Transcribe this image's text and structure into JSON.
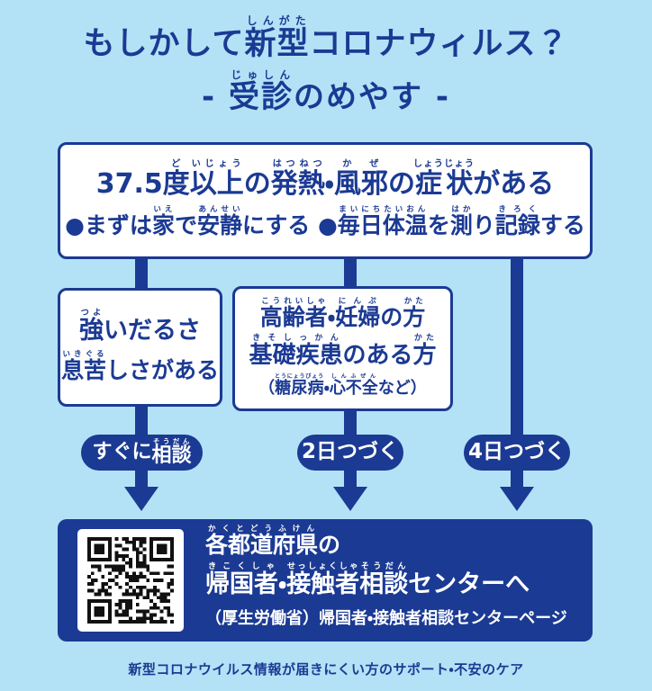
{
  "colors": {
    "background": "#b3e2f6",
    "navy": "#1b3a93",
    "white": "#ffffff",
    "qr_black": "#111111"
  },
  "title": {
    "line1": [
      {
        "t": "もしかして"
      },
      {
        "t": "新型",
        "r": "しんがた"
      },
      {
        "t": "コロナウィルス？"
      }
    ],
    "line2": [
      {
        "t": "- "
      },
      {
        "t": "受診",
        "r": "じゅしん"
      },
      {
        "t": "のめやす -"
      }
    ]
  },
  "top_box": {
    "line1": [
      {
        "t": "37.5"
      },
      {
        "t": "度",
        "r": "ど"
      },
      {
        "t": "以上",
        "r": "いじょう"
      },
      {
        "t": "の"
      },
      {
        "t": "発熱",
        "r": "はつねつ"
      },
      {
        "t": "・"
      },
      {
        "t": "風邪",
        "r": "かぜ"
      },
      {
        "t": "の"
      },
      {
        "t": "症状",
        "r": "しょうじょう"
      },
      {
        "t": "がある"
      }
    ],
    "line2": [
      {
        "t": "●まずは"
      },
      {
        "t": "家",
        "r": "いえ"
      },
      {
        "t": "で"
      },
      {
        "t": "安静",
        "r": "あんせい"
      },
      {
        "t": "にする "
      },
      {
        "t": "●"
      },
      {
        "t": "毎日",
        "r": "まいにち"
      },
      {
        "t": "体温",
        "r": "たいおん"
      },
      {
        "t": "を"
      },
      {
        "t": "測",
        "r": "はか"
      },
      {
        "t": "り"
      },
      {
        "t": "記録",
        "r": "きろく"
      },
      {
        "t": "する"
      }
    ]
  },
  "left_box": {
    "line1": [
      {
        "t": "強",
        "r": "つよ"
      },
      {
        "t": "いだるさ"
      }
    ],
    "line2": [
      {
        "t": "息苦",
        "r": "いきぐる"
      },
      {
        "t": "しさがある"
      }
    ]
  },
  "middle_box": {
    "line1": [
      {
        "t": "高齢者",
        "r": "こうれいしゃ"
      },
      {
        "t": "・"
      },
      {
        "t": "妊婦",
        "r": "にんぷ"
      },
      {
        "t": "の"
      },
      {
        "t": "方",
        "r": "かた"
      }
    ],
    "line2": [
      {
        "t": "基礎疾患",
        "r": "きそしっかん"
      },
      {
        "t": "のある"
      },
      {
        "t": "方",
        "r": "かた"
      }
    ],
    "line3": [
      {
        "t": "（"
      },
      {
        "t": "糖尿病",
        "r": "とうにょうびょう"
      },
      {
        "t": "・"
      },
      {
        "t": "心不全",
        "r": "しんふぜん"
      },
      {
        "t": "など）"
      }
    ]
  },
  "badges": {
    "left": [
      {
        "t": "すぐに"
      },
      {
        "t": "相談",
        "r": "そうだん"
      }
    ],
    "middle": [
      {
        "t": "2日つづく"
      }
    ],
    "right": [
      {
        "t": "4日つづく"
      }
    ]
  },
  "bottom_box": {
    "line1": [
      {
        "t": "各都道府県",
        "r": "かくとどうふけん"
      },
      {
        "t": "の"
      }
    ],
    "line2": [
      {
        "t": "帰国者",
        "r": "きこくしゃ"
      },
      {
        "t": "・"
      },
      {
        "t": "接触者",
        "r": "せっしょくしゃ"
      },
      {
        "t": "相談",
        "r": "そうだん"
      },
      {
        "t": "センターへ"
      }
    ],
    "line3": "（厚生労働省）帰国者・接触者相談センターページ"
  },
  "footer": "新型コロナウイルス情報が届きにくい方のサポート・不安のケア"
}
